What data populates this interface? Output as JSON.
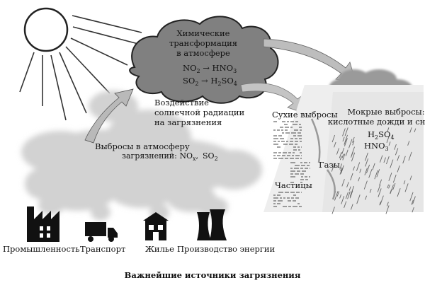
{
  "cloud": {
    "line1": "Химические",
    "line2": "трансформация",
    "line3": "в атмосфере",
    "eq1_left": "NO",
    "eq1_sub": "2",
    "eq1_right": "HNO",
    "eq1_sub2": "3",
    "eq2_left": "SO",
    "eq2_sub": "2",
    "eq2_right": "H",
    "eq2_sub2": "2",
    "eq2_tail": "SO",
    "eq2_sub3": "4"
  },
  "solar": {
    "line1": "Воздействие",
    "line2": "солнечной радиации",
    "line3": "на загрязнения"
  },
  "emissions": {
    "line1": "Выбросы в атмосферу",
    "line2": "загрязнений: NO",
    "nox_sub": "x",
    "sep": ",",
    "so2": "SO",
    "so2_sub": "2"
  },
  "dry": {
    "title": "Сухие выбросы",
    "gases": "Газы",
    "particles": "Частицы"
  },
  "wet": {
    "line1": "Мокрые выбросы:",
    "line2": "кислотные дожди и снег",
    "h2so4": "H",
    "h2so4_sub": "2",
    "h2so4_tail": "SO",
    "h2so4_sub2": "4",
    "hno3": "HNO",
    "hno3_sub": "3"
  },
  "sources": [
    {
      "label": "Промышленность",
      "icon": "factory-icon"
    },
    {
      "label": "Транспорт",
      "icon": "truck-icon"
    },
    {
      "label": "Жилье",
      "icon": "house-icon"
    },
    {
      "label": "Производство энергии",
      "icon": "cooling-tower-icon"
    }
  ],
  "footer": "Важнейшие источники загрязнения",
  "colors": {
    "dark_cloud": "#7a7a7a",
    "smoke": "#cfcfcf",
    "arrow": "#b0b0b0",
    "ink": "#111111"
  }
}
